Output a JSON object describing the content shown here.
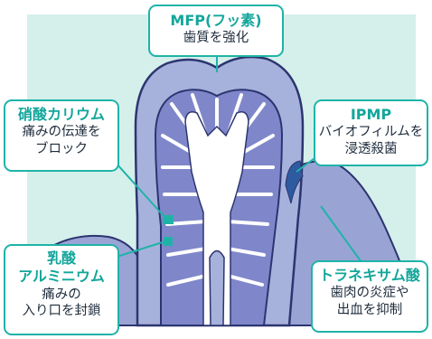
{
  "colors": {
    "background": "#d5efeb",
    "accent": "#1fb3a8",
    "title": "#13a69b",
    "text": "#1f2d3d",
    "enamel": "#a7b2dc",
    "dentin": "#7f87ca",
    "pulp": "#ffffff",
    "gum": "#9aa4d4",
    "outline": "#2c3570"
  },
  "callouts": {
    "mfp": {
      "title": "MFP(フッ素)",
      "line1": "歯質を強化"
    },
    "ipmp": {
      "title": "IPMP",
      "line1": "バイオフィルムを",
      "line2": "浸透殺菌"
    },
    "potassium": {
      "title": "硝酸カリウム",
      "line1": "痛みの伝達を",
      "line2": "ブロック"
    },
    "aluminum": {
      "title1": "乳酸",
      "title2": "アルミニウム",
      "line1": "痛みの",
      "line2": "入り口を封鎖"
    },
    "tranexamic": {
      "title": "トラネキサム酸",
      "line1": "歯肉の炎症や",
      "line2": "出血を抑制"
    }
  }
}
